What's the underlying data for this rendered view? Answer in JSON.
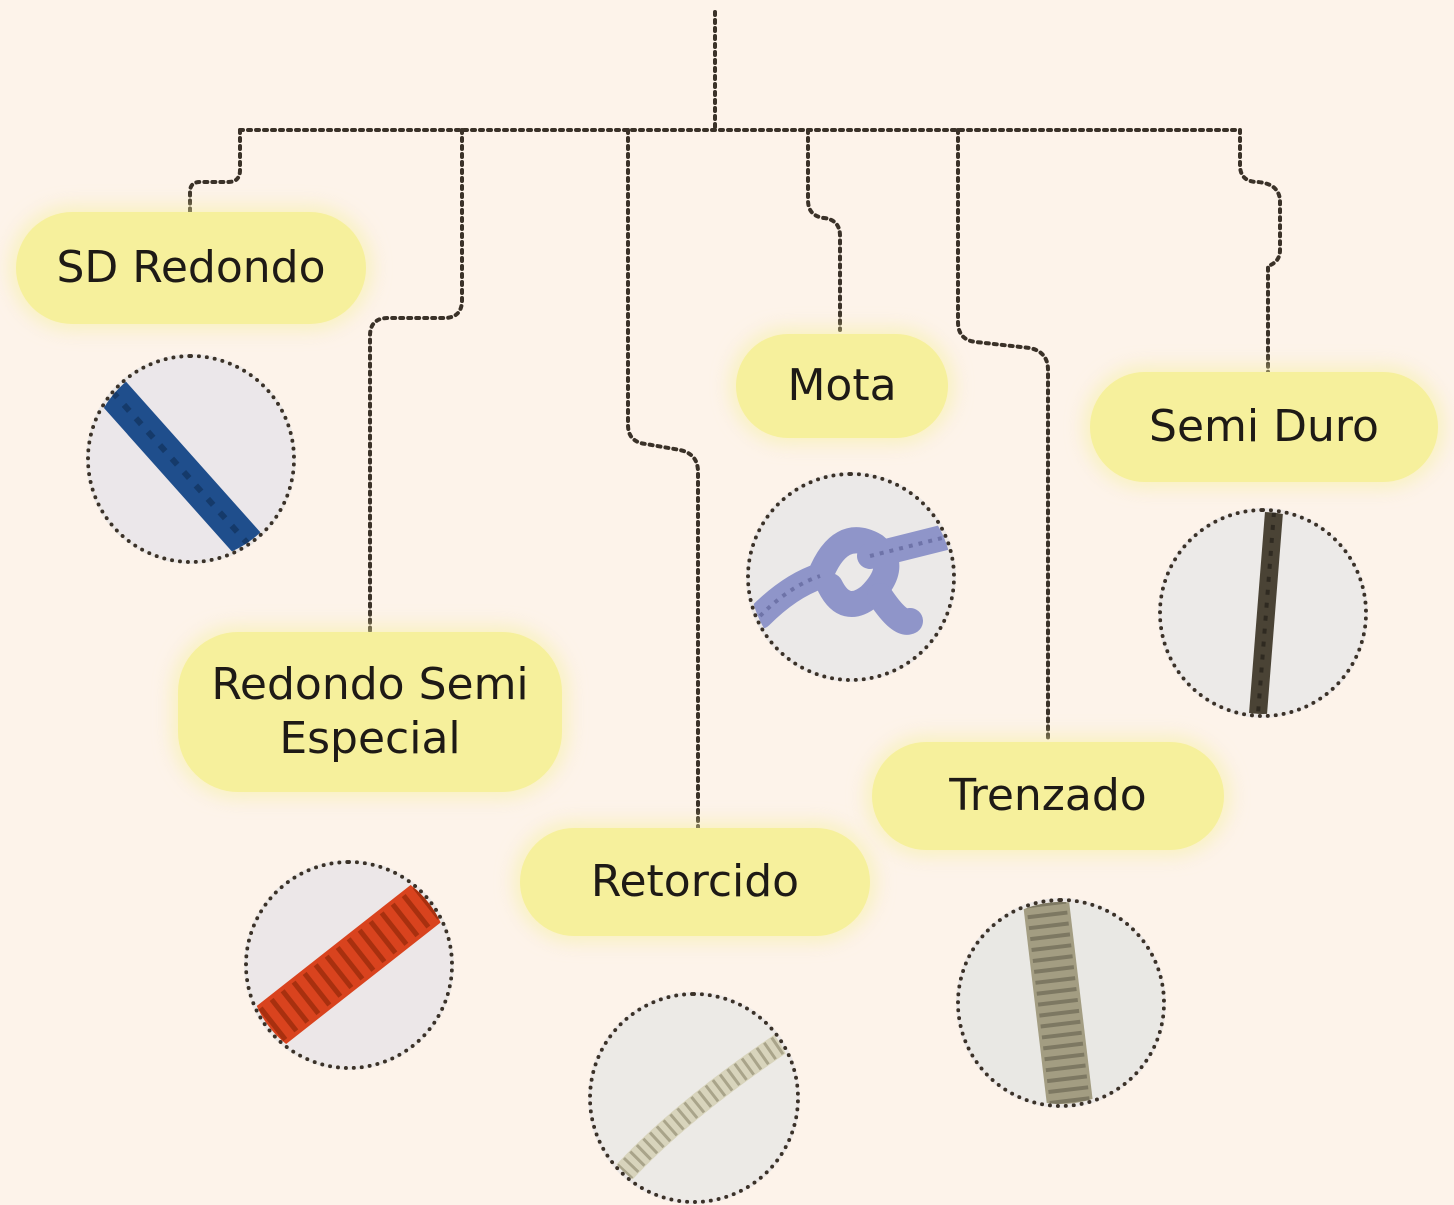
{
  "line_color": "#3a3128",
  "pill_color": "#f6f09c",
  "background_color": "#fdf3ea",
  "categories": [
    {
      "label": "SD Redondo",
      "image": "blue-cord-photo",
      "cord_color": "#1f4e8c"
    },
    {
      "label": "Redondo Semi Especial",
      "image": "orange-braided-cord-photo",
      "cord_color": "#d9431e"
    },
    {
      "label": "Retorcido",
      "image": "cream-twisted-cord-photo",
      "cord_color": "#d8d4bc"
    },
    {
      "label": "Mota",
      "image": "lilac-knotted-cord-photo",
      "cord_color": "#8f95c9"
    },
    {
      "label": "Trenzado",
      "image": "khaki-braided-cord-photo",
      "cord_color": "#a39d82"
    },
    {
      "label": "Semi Duro",
      "image": "dark-olive-cord-photo",
      "cord_color": "#4a4335"
    }
  ]
}
